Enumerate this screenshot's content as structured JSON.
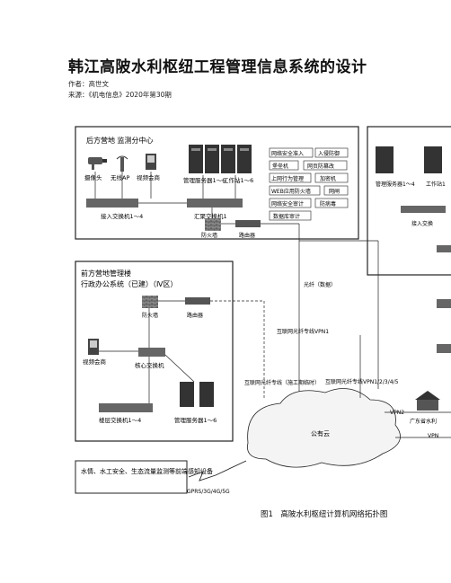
{
  "title": "韩江高陂水利枢纽工程管理信息系统的设计",
  "author_line": "作者：高世文",
  "source_line": "来源：《机电信息》2020年第30期",
  "figure": {
    "caption": "图1　高陂水利枢纽计算机网络拓扑图",
    "zone_back": "后方营地  监测分中心",
    "zone_front_1": "前方营地管理楼",
    "zone_front_2": "行政办公系统（已建）（Ⅳ区）",
    "camera": "摄像头",
    "wifi": "无线AP",
    "video_conf": "视频会商",
    "mgmt_server_1_6": "管理服务器1～6",
    "workstation_1_6": "工作站1～6",
    "access_switch_1_4": "接入交换机1～4",
    "core_switch_1": "汇聚交换机1",
    "firewall": "防火墙",
    "router": "路由器",
    "sec_items": [
      "网络安全准入",
      "入侵防御",
      "堡垒机",
      "网页防篡改",
      "上网行为管理",
      "加密机",
      "WEB应用防火墙",
      "网闸",
      "网络安全审计",
      "防病毒",
      "数据库审计"
    ],
    "fiber_data": "光纤（数据）",
    "vpn1": "互联网光纤专线VPN1",
    "vpn_temp": "互联网光纤专线（施工期临时）",
    "core_switch": "核心交换机",
    "floor_switch": "楼层交换机1～4",
    "mgmt_server_front": "管理服务器1～6",
    "vpn_multi": "互联网光纤专线VPN1/2/3/4/5",
    "cloud": "公有云",
    "vpn2": "VPN2",
    "vpn_right": "VPN",
    "gd_water": "广东省水利",
    "sensing": "水情、水工安全、生态流量监测等前端感知设备",
    "gprs": "GPRS/3G/4G/5G",
    "right_server": "管理服务器1～4",
    "right_ws": "工作站1",
    "right_access": "接入交换"
  }
}
